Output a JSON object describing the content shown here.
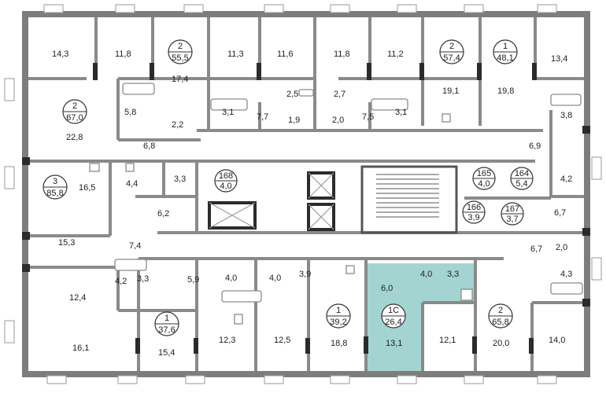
{
  "accent_color": "#a3d4d2",
  "highlighted_unit": "1С",
  "apartments": [
    {
      "id": "a-top-14-3",
      "rooms": "",
      "area": "",
      "room_areas": [
        "14,3"
      ]
    },
    {
      "id": "a-2-55",
      "rooms": "2",
      "area": "55,5",
      "room_areas": [
        "17,4"
      ]
    },
    {
      "id": "a-2-57",
      "rooms": "2",
      "area": "57,4",
      "room_areas": [
        "19,1"
      ]
    },
    {
      "id": "a-1-48",
      "rooms": "1",
      "area": "48,1",
      "room_areas": [
        "19,8"
      ]
    },
    {
      "id": "a-2-67",
      "rooms": "2",
      "area": "67,0",
      "room_areas": [
        "22,8"
      ]
    },
    {
      "id": "a-3-85",
      "rooms": "3",
      "area": "85,8",
      "room_areas": [
        "16,5"
      ]
    },
    {
      "id": "a-1-37",
      "rooms": "1",
      "area": "37,6",
      "room_areas": [
        "15,4"
      ]
    },
    {
      "id": "a-1-39",
      "rooms": "1",
      "area": "39,2",
      "room_areas": [
        "18,8"
      ]
    },
    {
      "id": "a-1c-26",
      "rooms": "1С",
      "area": "26,4",
      "room_areas": [
        "13,1"
      ]
    },
    {
      "id": "a-2-65",
      "rooms": "2",
      "area": "65,8",
      "room_areas": [
        "20,0"
      ]
    }
  ],
  "storage_units": [
    {
      "num": "168",
      "area": "4,0"
    },
    {
      "num": "165",
      "area": "4,0"
    },
    {
      "num": "164",
      "area": "5,4"
    },
    {
      "num": "166",
      "area": "3,9"
    },
    {
      "num": "167",
      "area": "3,7"
    }
  ],
  "room_labels": [
    "14,3",
    "11,8",
    "11,3",
    "11,6",
    "11,8",
    "11,2",
    "13,4",
    "5,8",
    "2,2",
    "3,1",
    "7,7",
    "2,5",
    "1,9",
    "2,7",
    "2,0",
    "7,5",
    "3,1",
    "3,8",
    "6,8",
    "6,9",
    "4,4",
    "3,3",
    "4,2",
    "6,2",
    "6,7",
    "15,3",
    "7,4",
    "6,7",
    "2,0",
    "4,3",
    "12,4",
    "4,2",
    "3,3",
    "5,9",
    "4,0",
    "4,0",
    "3,9",
    "6,0",
    "4,0",
    "3,3",
    "16,1",
    "12,3",
    "12,5",
    "12,1",
    "14,0"
  ]
}
